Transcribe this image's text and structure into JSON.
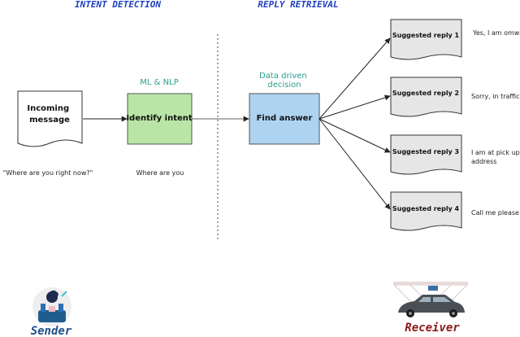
{
  "sections": {
    "intent_detection": "INTENT DETECTION",
    "reply_retrieval": "REPLY RETRIEVAL"
  },
  "nodes": {
    "incoming_message": [
      "Incoming",
      "message"
    ],
    "ml_nlp_label": "ML & NLP",
    "identify_intent": "Identify intent",
    "data_driven": [
      "Data driven",
      "decision"
    ],
    "find_answer": "Find answer"
  },
  "quotes": {
    "incoming": "\"Where are you right now?\"",
    "intent": "Where are you"
  },
  "replies": [
    {
      "label": "Suggested reply 1",
      "text": [
        "Yes, I am omw"
      ]
    },
    {
      "label": "Suggested reply 2",
      "text": [
        "Sorry, in traffic"
      ]
    },
    {
      "label": "Suggested reply 3",
      "text": [
        "I am at pick up",
        "address"
      ]
    },
    {
      "label": "Suggested reply 4",
      "text": [
        "Call me please"
      ]
    }
  ],
  "actors": {
    "sender": "Sender",
    "receiver": "Receiver"
  },
  "colors": {
    "section_title": "#1f3fbf",
    "ml_label": "#2a9d8f",
    "intent_fill": "#b9e6a6",
    "intent_stroke": "#555555",
    "answer_fill": "#aed3f1",
    "reply_fill": "#e6e6e6",
    "sender_text": "#1b4f8a",
    "receiver_text": "#8b1a1a"
  },
  "icons": [
    "sender-person-icon",
    "receiver-car-icon"
  ]
}
